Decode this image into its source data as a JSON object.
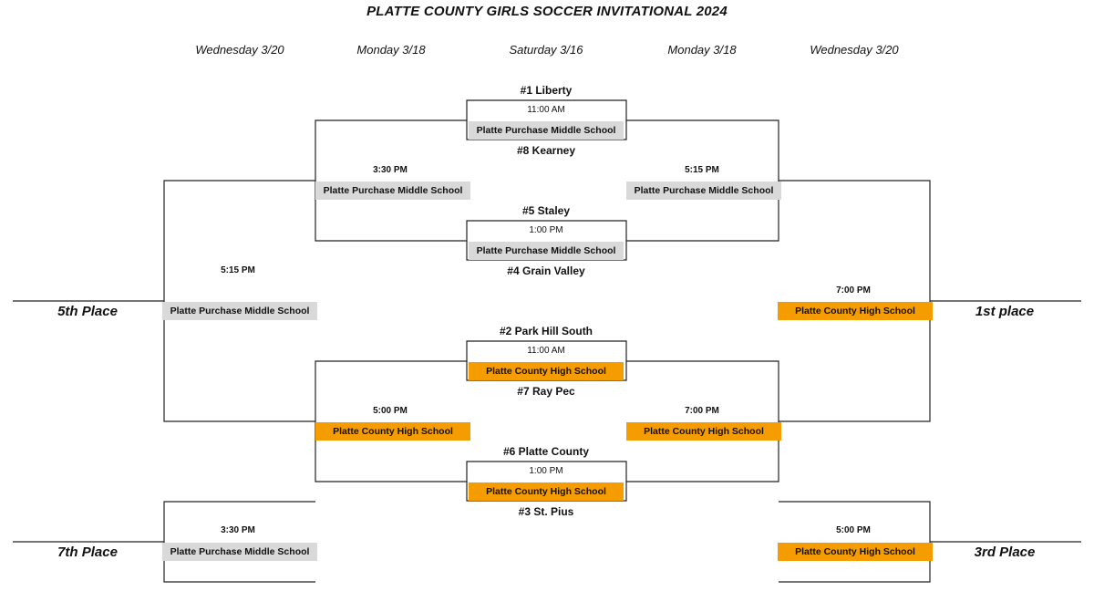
{
  "title": "PLATTE COUNTY GIRLS SOCCER INVITATIONAL 2024",
  "days": [
    "Wednesday 3/20",
    "Monday 3/18",
    "Saturday 3/16",
    "Monday 3/18",
    "Wednesday 3/20"
  ],
  "seeds": {
    "s1": "#1 Liberty",
    "s8": "#8 Kearney",
    "s5": "#5 Staley",
    "s4": "#4 Grain Valley",
    "s2": "#2 Park Hill South",
    "s7": "#7 Ray Pec",
    "s6": "#6 Platte County",
    "s3": "#3 St. Pius"
  },
  "games": {
    "q1": {
      "time": "11:00 AM",
      "venue": "Platte Purchase Middle School"
    },
    "q2": {
      "time": "1:00 PM",
      "venue": "Platte Purchase Middle School"
    },
    "q3": {
      "time": "11:00 AM",
      "venue": "Platte County High School"
    },
    "q4": {
      "time": "1:00 PM",
      "venue": "Platte County High School"
    },
    "cons_top": {
      "time": "3:30 PM",
      "venue": "Platte Purchase Middle School"
    },
    "cons_bot": {
      "time": "5:00 PM",
      "venue": "Platte County High School"
    },
    "semi_top": {
      "time": "5:15 PM",
      "venue": "Platte Purchase Middle School"
    },
    "semi_bot": {
      "time": "7:00 PM",
      "venue": "Platte County High School"
    },
    "fifth": {
      "time": "5:15 PM",
      "venue": "Platte Purchase Middle School"
    },
    "seventh": {
      "time": "3:30 PM",
      "venue": "Platte Purchase Middle School"
    },
    "first": {
      "time": "7:00 PM",
      "venue": "Platte County High School"
    },
    "third": {
      "time": "5:00 PM",
      "venue": "Platte County High School"
    }
  },
  "places": {
    "fifth": "5th Place",
    "seventh": "7th Place",
    "first": "1st place",
    "third": "3rd Place"
  },
  "colors": {
    "gray": "#d9d9d9",
    "orange": "#f59c00",
    "line": "#222222"
  }
}
